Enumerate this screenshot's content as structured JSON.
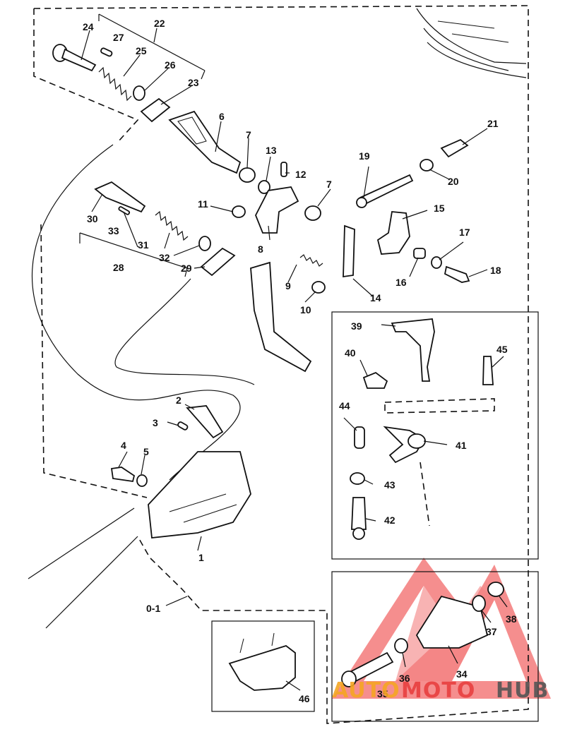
{
  "diagram": {
    "part_labels": {
      "p1": "1",
      "p2": "2",
      "p3": "3",
      "p4": "4",
      "p5": "5",
      "p6": "6",
      "p7a": "7",
      "p7b": "7",
      "p8": "8",
      "p9": "9",
      "p10": "10",
      "p11": "11",
      "p12": "12",
      "p13": "13",
      "p14": "14",
      "p15": "15",
      "p16": "16",
      "p17": "17",
      "p18": "18",
      "p19": "19",
      "p20": "20",
      "p21": "21",
      "p22": "22",
      "p23": "23",
      "p24": "24",
      "p25": "25",
      "p26": "26",
      "p27": "27",
      "p28": "28",
      "p29": "29",
      "p30": "30",
      "p31": "31",
      "p32": "32",
      "p33": "33",
      "p34": "34",
      "p35": "35",
      "p36": "36",
      "p37": "37",
      "p38": "38",
      "p39": "39",
      "p40": "40",
      "p41": "41",
      "p42": "42",
      "p43": "43",
      "p44": "44",
      "p45": "45",
      "p46": "46",
      "p01": "0-1"
    }
  },
  "watermark": {
    "part1": "AUTO",
    "part2": "MOTO",
    "part3": "HUB",
    "colors": {
      "red": "#e84040",
      "orange": "#f5a623",
      "grey": "#555555"
    }
  }
}
